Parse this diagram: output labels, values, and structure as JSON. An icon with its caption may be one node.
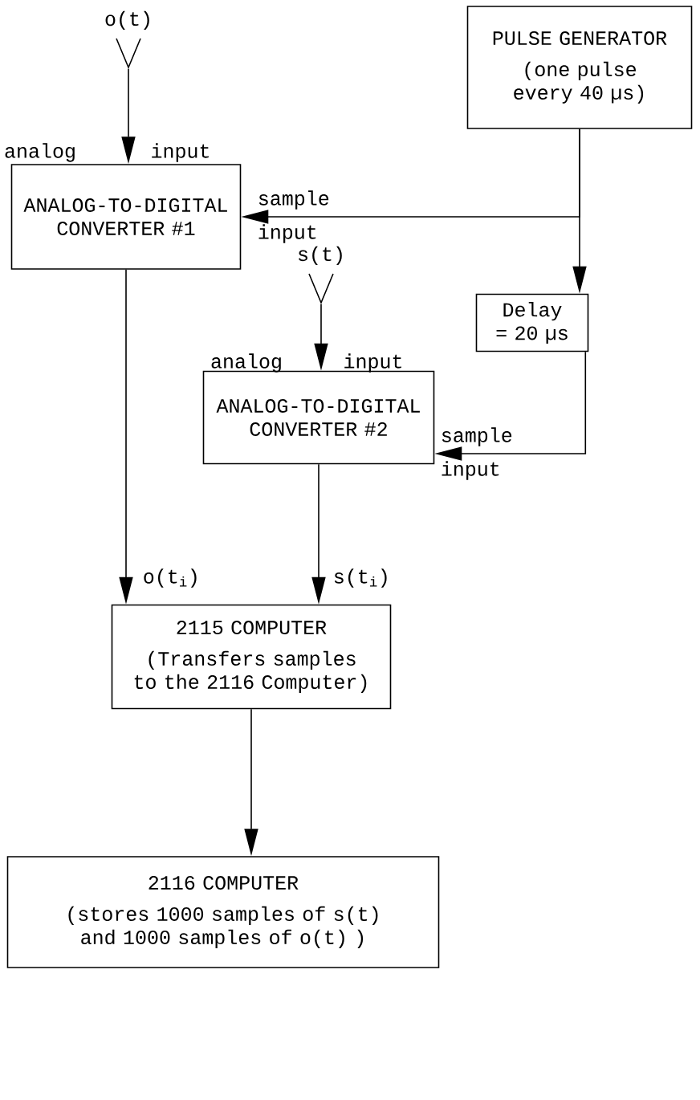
{
  "diagram": {
    "nodes": [
      {
        "text": [
          "o(t)"
        ]
      },
      {
        "text": [
          "PULSE GENERATOR",
          "(one pulse every 40 µs)"
        ]
      },
      {
        "text": [
          "ANALOG-TO-DIGITAL CONVERTER #1"
        ]
      },
      {
        "text": [
          "Delay = 20 µs"
        ]
      },
      {
        "text": [
          "s(t)"
        ]
      },
      {
        "text": [
          "ANALOG-TO-DIGITAL CONVERTER #2"
        ]
      },
      {
        "text": [
          "2115 COMPUTER",
          "(Transfers samples to the 2116 Computer)"
        ]
      },
      {
        "text": [
          "2116 COMPUTER",
          "(stores 1000 samples of s(t) and 1000 samples of o(t) )"
        ]
      }
    ],
    "edges": [
      {
        "from": 0,
        "to": 2,
        "arrow": "to"
      },
      {
        "from": 1,
        "to": 2,
        "arrow": "to",
        "label": "sample input"
      },
      {
        "from": 1,
        "to": 3,
        "arrow": "to"
      },
      {
        "from": 4,
        "to": 5,
        "arrow": "to"
      },
      {
        "from": 3,
        "to": 5,
        "arrow": "to",
        "label": "sample input"
      },
      {
        "from": 2,
        "to": 6,
        "arrow": "to",
        "label": "o(t$_{i}$)"
      },
      {
        "from": 5,
        "to": 6,
        "arrow": "to",
        "label": "s(t$_{i}$)"
      },
      {
        "from": 6,
        "to": 7,
        "arrow": "to"
      }
    ],
    "labels": [
      "analog",
      "input",
      "analog",
      "input"
    ]
  }
}
